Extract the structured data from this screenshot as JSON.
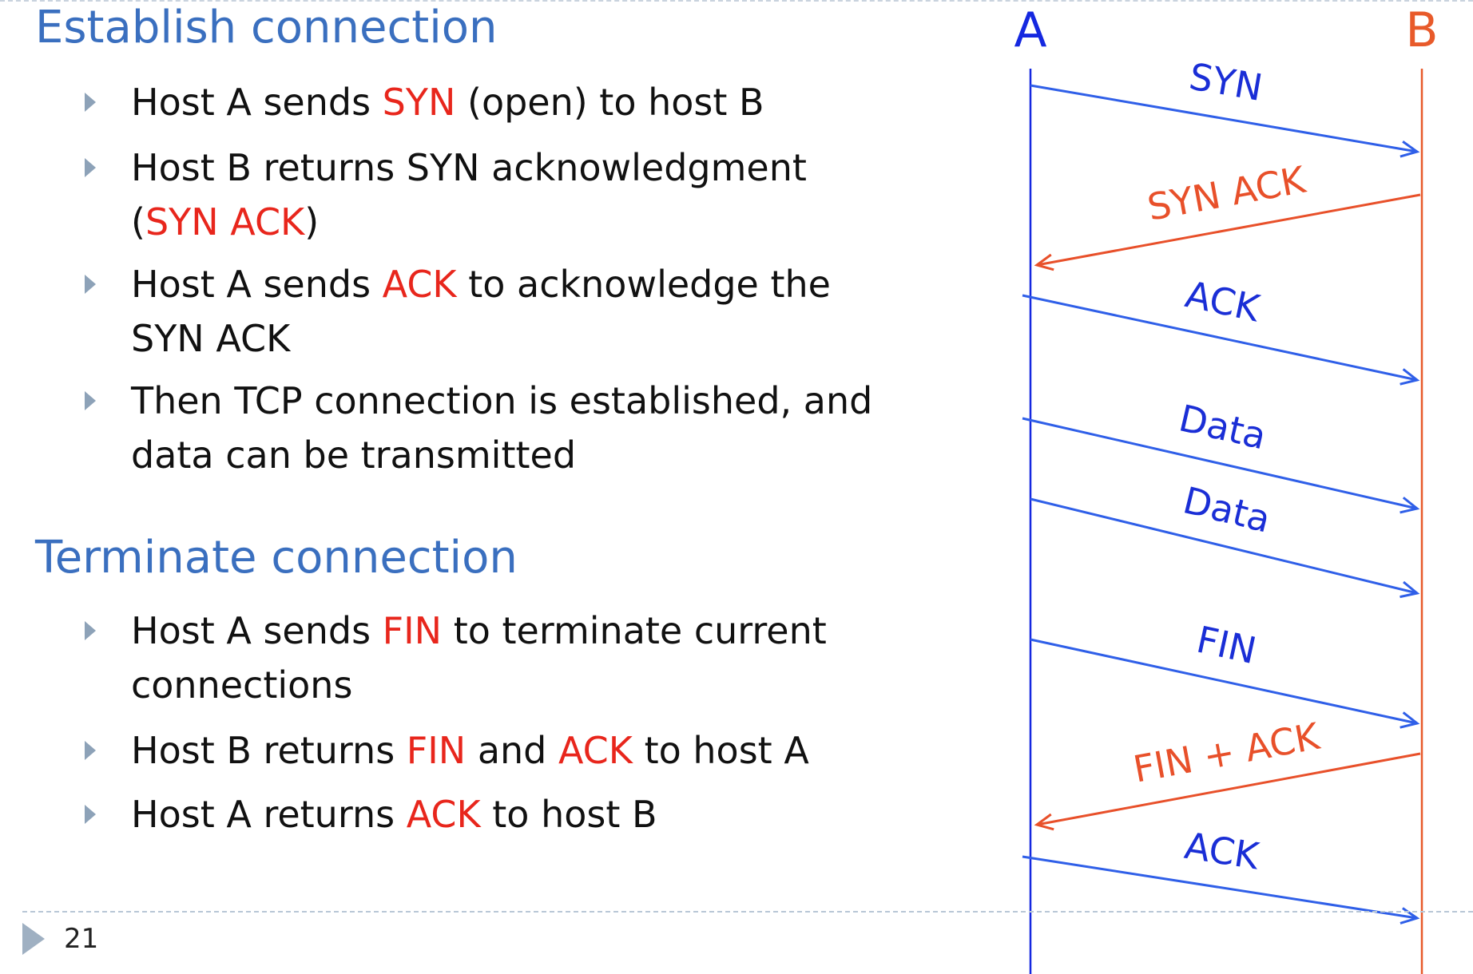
{
  "page_number": "21",
  "colors": {
    "heading": "#3a6fbf",
    "highlight": "#e8261c",
    "host_a": "#1528e0",
    "host_b": "#e85a2a",
    "arrow_blue": "#2f5fe8",
    "arrow_red": "#e8502a",
    "label_blue": "#1a2ed6",
    "label_red": "#e8502a"
  },
  "sections": [
    {
      "heading": "Establish connection",
      "bullets": [
        {
          "segments": [
            {
              "text": "Host A sends "
            },
            {
              "text": "SYN",
              "hl": true
            },
            {
              "text": " (open) to host B"
            }
          ]
        },
        {
          "segments": [
            {
              "text": "Host B returns SYN acknowledgment"
            },
            {
              "br": true
            },
            {
              "text": "("
            },
            {
              "text": "SYN ACK",
              "hl": true
            },
            {
              "text": ")"
            }
          ]
        },
        {
          "segments": [
            {
              "text": "Host A sends "
            },
            {
              "text": "ACK",
              "hl": true
            },
            {
              "text": " to acknowledge the"
            },
            {
              "br": true
            },
            {
              "text": "SYN ACK"
            }
          ]
        },
        {
          "segments": [
            {
              "text": "Then TCP connection is established, and"
            },
            {
              "br": true
            },
            {
              "text": "data can be transmitted"
            }
          ]
        }
      ]
    },
    {
      "heading": "Terminate connection",
      "bullets": [
        {
          "segments": [
            {
              "text": "Host A sends "
            },
            {
              "text": "FIN",
              "hl": true
            },
            {
              "text": " to terminate current"
            },
            {
              "br": true
            },
            {
              "text": "connections"
            }
          ]
        },
        {
          "segments": [
            {
              "text": "Host B returns "
            },
            {
              "text": "FIN",
              "hl": true
            },
            {
              "text": " and "
            },
            {
              "text": "ACK",
              "hl": true
            },
            {
              "text": " to host A"
            }
          ]
        },
        {
          "segments": [
            {
              "text": "Host A returns "
            },
            {
              "text": "ACK",
              "hl": true
            },
            {
              "text": " to host B"
            }
          ]
        }
      ]
    }
  ],
  "diagram": {
    "hosts": [
      {
        "id": "A",
        "label": "A",
        "color": "#1528e0"
      },
      {
        "id": "B",
        "label": "B",
        "color": "#e85a2a"
      }
    ],
    "messages": [
      {
        "label": "SYN",
        "from": "A",
        "to": "B",
        "color": "blue"
      },
      {
        "label": "SYN ACK",
        "from": "B",
        "to": "A",
        "color": "red"
      },
      {
        "label": "ACK",
        "from": "A",
        "to": "B",
        "color": "blue"
      },
      {
        "label": "Data",
        "from": "A",
        "to": "B",
        "color": "blue"
      },
      {
        "label": "Data",
        "from": "A",
        "to": "B",
        "color": "blue"
      },
      {
        "label": "FIN",
        "from": "A",
        "to": "B",
        "color": "blue"
      },
      {
        "label": "FIN + ACK",
        "from": "B",
        "to": "A",
        "color": "red"
      },
      {
        "label": "ACK",
        "from": "A",
        "to": "B",
        "color": "blue"
      }
    ]
  }
}
